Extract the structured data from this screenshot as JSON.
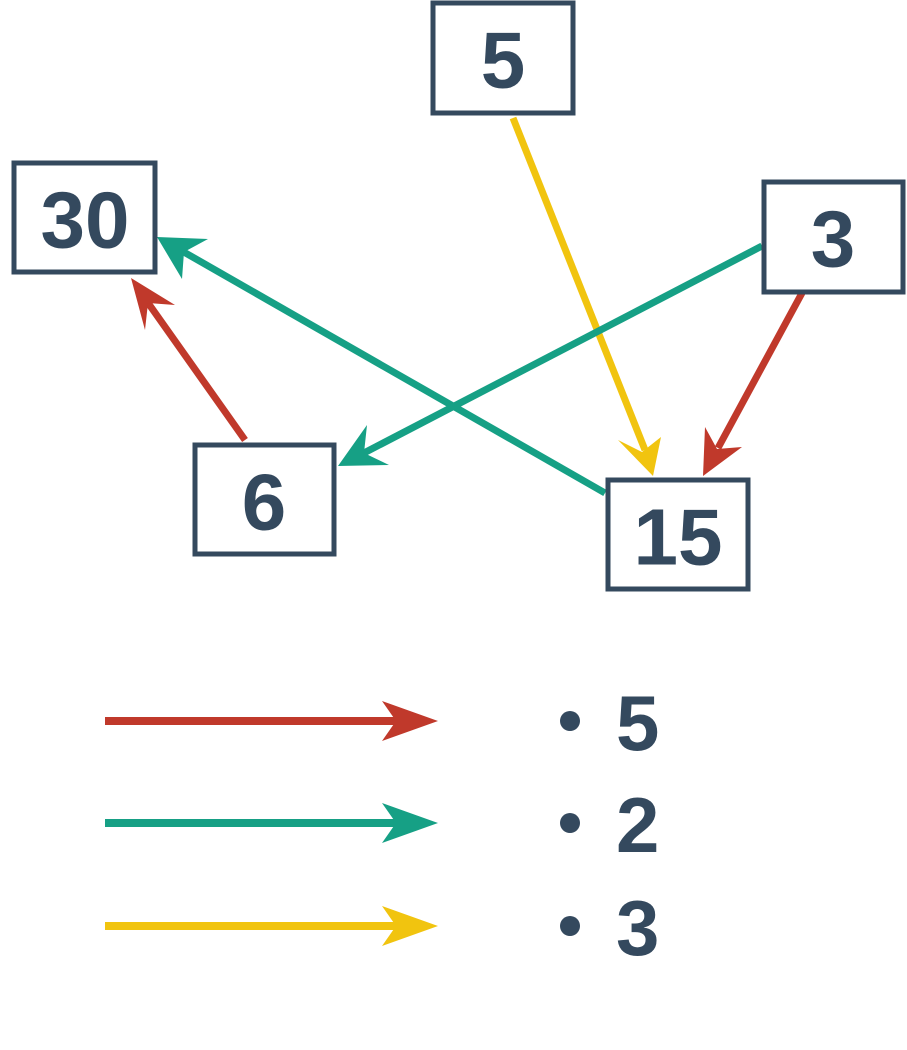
{
  "colors": {
    "red": "#c0392b",
    "green": "#16a085",
    "yellow": "#f1c40f",
    "ink": "#34495e"
  },
  "nodes": {
    "n5": "5",
    "n30": "30",
    "n3": "3",
    "n6": "6",
    "n15": "15"
  },
  "legend": [
    {
      "color": "red",
      "label": "5"
    },
    {
      "color": "green",
      "label": "2"
    },
    {
      "color": "yellow",
      "label": "3"
    }
  ]
}
